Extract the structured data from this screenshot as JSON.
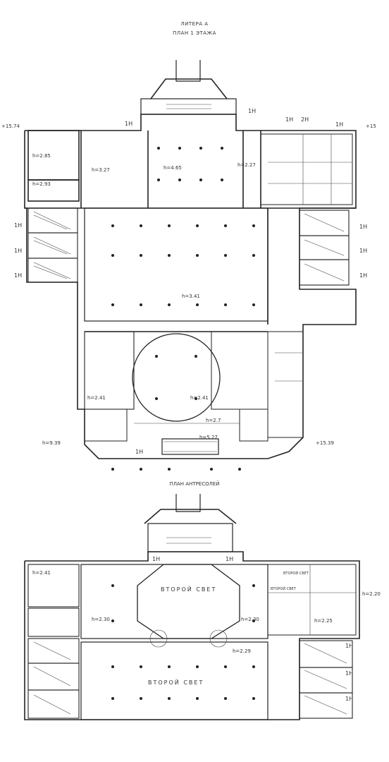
{
  "header": {
    "line1": "ЛИТЕРА А",
    "line2": "ПЛАН 1 ЭТАЖА"
  },
  "mezzanine": {
    "title": "ПЛАН АНТРЕСОЛЕЙ"
  },
  "first_floor": {
    "marks": {
      "elev_left": "+15.74",
      "elev_right": "+15",
      "level_left": "h=9.39",
      "level_right": "+15.39",
      "h_left_top": "h=2.85",
      "h_left_small": "h=2.93",
      "h_hall_left": "h=3.27",
      "h_hall_center": "h=4.65",
      "h_hall_right": "h=2.27",
      "h_main": "h=3.41",
      "h_lower_left": "h=2.41",
      "h_lower_center": "h=2.41",
      "h_lower_mid": "h=2.7",
      "h_entry": "h=5.27",
      "door_1h_a": "1Н",
      "door_1h_b": "1Н",
      "door_1h_c": "1Н",
      "door_1h_d": "1Н",
      "door_1h_e": "1Н",
      "door_1h_f": "1Н",
      "door_1h_g": "1Н",
      "door_1h_h": "1Н",
      "door_2h": "2Н",
      "door_1h_r1": "1Н",
      "door_1h_r2": "1Н",
      "door_1h_r3": "1Н"
    }
  },
  "mezz": {
    "marks": {
      "light_top": "ВТОРОЙ СВЕТ",
      "light_bottom": "ВТОРОЙ СВЕТ",
      "light_right_a": "ВТОРОЙ СВЕТ",
      "light_right_b": "ВТОРОЙ СВЕТ",
      "h_left": "h=2.41",
      "h_center_left": "h=2.30",
      "h_center_right": "h=2.30",
      "h_lower": "h=2.29",
      "h_right": "h=2.25",
      "h_edge_right": "h=2.20",
      "door_1h_a": "1Н",
      "door_1h_b": "1Н",
      "door_1h_c": "1Н",
      "door_1h_d": "1Н",
      "door_1h_e": "1Н"
    }
  }
}
